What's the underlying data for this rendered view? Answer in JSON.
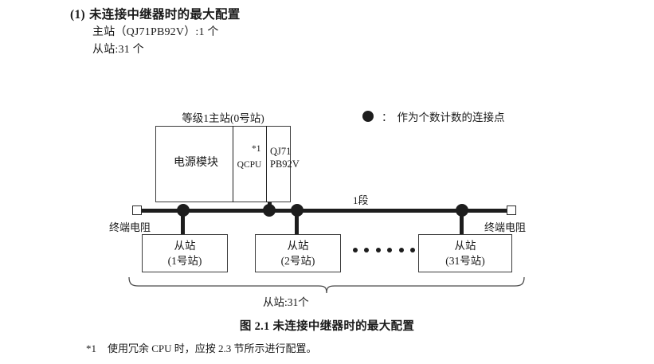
{
  "heading": {
    "number": "(1)",
    "title": "未连接中继器时的最大配置",
    "specs": [
      "主站（QJ71PB92V）:1 个",
      "从站:31 个"
    ]
  },
  "legend": {
    "marker": "filled-circle",
    "colon": "：",
    "text": "作为个数计数的连接点"
  },
  "diagram": {
    "master": {
      "title": "等级1主站(0号站)",
      "modules": [
        {
          "label": "电源模块"
        },
        {
          "label": "QCPU",
          "footnote_mark": "*1"
        },
        {
          "label_line1": "QJ71",
          "label_line2": "PB92V"
        }
      ]
    },
    "bus": {
      "segment_label": "1段",
      "terminator_left_label": "终端电阻",
      "terminator_right_label": "终端电阻"
    },
    "slaves": [
      {
        "line1": "从站",
        "line2": "(1号站)"
      },
      {
        "line1": "从站",
        "line2": "(2号站)"
      },
      {
        "line1": "从站",
        "line2": "(31号站)"
      }
    ],
    "ellipsis_dot_count": 6,
    "brace_label": "从站:31个"
  },
  "caption": "图 2.1  未连接中继器时的最大配置",
  "footnote": {
    "mark": "*1",
    "text": "使用冗余 CPU 时，应按 2.3 节所示进行配置。"
  },
  "colors": {
    "ink": "#1a1a1a",
    "line": "#3b3b3b",
    "fill": "#ffffff"
  }
}
